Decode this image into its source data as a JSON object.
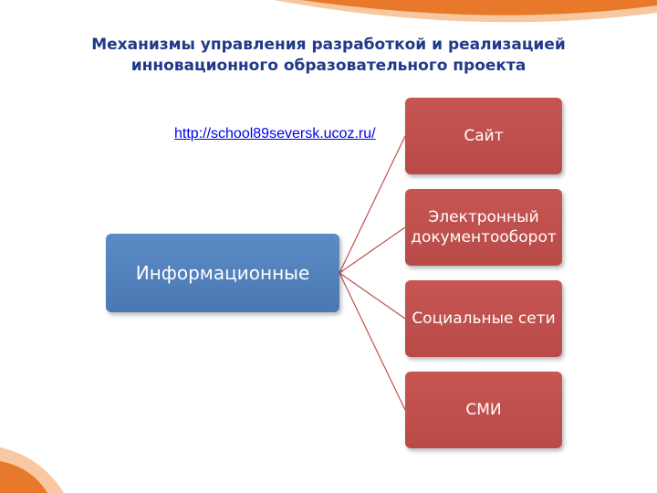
{
  "title": "Механизмы управления разработкой и реализацией инновационного образовательного проекта",
  "link": "http://school89seversk.ucoz.ru/",
  "main_node": "Информационные",
  "child_nodes": [
    "Сайт",
    "Электронный документооборот",
    "Социальные сети",
    "СМИ"
  ],
  "colors": {
    "title": "#1f3a8a",
    "main_node": "#4f81bd",
    "child_node": "#c0504d",
    "connector": "#c0504d",
    "accent_orange": "#e8792b"
  }
}
